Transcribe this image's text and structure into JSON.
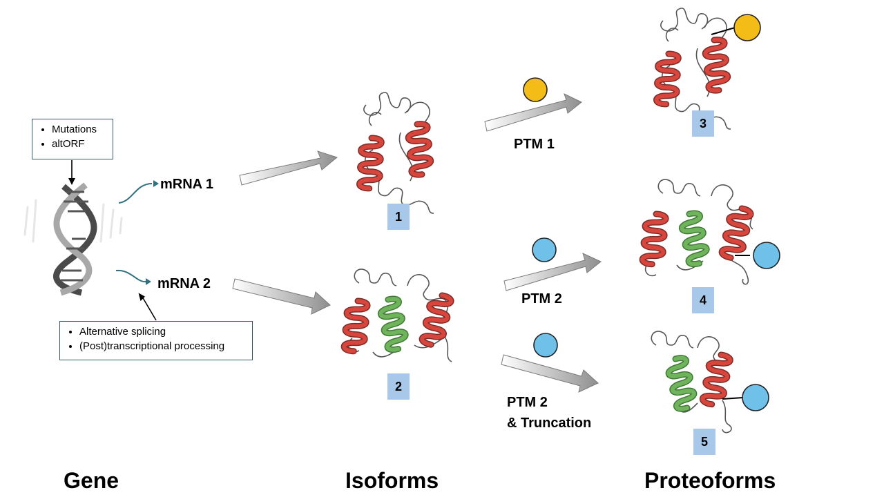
{
  "gene_notes": [
    "Mutations",
    "altORF"
  ],
  "processing_notes": [
    "Alternative splicing",
    "(Post)transcriptional processing"
  ],
  "mrna": [
    "mRNA 1",
    "mRNA 2"
  ],
  "ptm": {
    "ptm1": "PTM 1",
    "ptm2": "PTM 2",
    "ptm2_trunc_line1": "PTM 2",
    "ptm2_trunc_line2": "& Truncation"
  },
  "numbers": [
    "1",
    "2",
    "3",
    "4",
    "5"
  ],
  "columns": {
    "gene": "Gene",
    "isoforms": "Isoforms",
    "proteoforms": "Proteoforms"
  },
  "colors": {
    "helix_red": "#d8453c",
    "helix_green": "#6fb35c",
    "ptm_yellow": "#f3bc16",
    "ptm_blue": "#6fc1ea",
    "label_box": "#a8c8ea"
  }
}
